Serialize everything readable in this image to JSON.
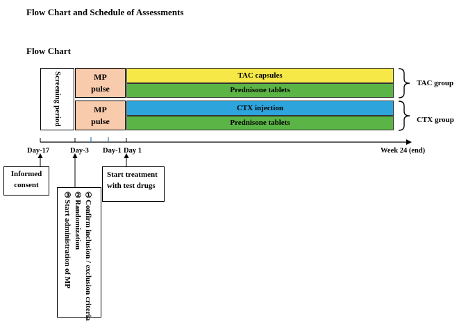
{
  "title": "Flow Chart and Schedule of Assessments",
  "subtitle": "Flow Chart",
  "screening": "Screening period",
  "mp_pulse": [
    "MP",
    "pulse"
  ],
  "tac_group": {
    "label": "TAC group",
    "bars": [
      {
        "text": "TAC capsules",
        "color": "#f5e847"
      },
      {
        "text": "Prednisone tablets",
        "color": "#5bb446"
      }
    ]
  },
  "ctx_group": {
    "label": "CTX group",
    "bars": [
      {
        "text": "CTX injection",
        "color": "#2ea4dc"
      },
      {
        "text": "Prednisone tablets",
        "color": "#5bb446"
      }
    ]
  },
  "timeline": {
    "day_minus_17": "Day-17",
    "day_minus_3": "Day-3",
    "day_minus_1": "Day-1",
    "day_1": "Day 1",
    "week_24": "Week 24 (end)"
  },
  "informed_consent": [
    "Informed",
    "consent"
  ],
  "start_treatment": [
    "Start treatment",
    "with test drugs"
  ],
  "steps": [
    "①Confirm inclusion / exclusion criteria",
    "②Randomization",
    "③Start administration of MP"
  ],
  "colors": {
    "mp": "#f8cbad",
    "tick_blue": "#2e75b6"
  }
}
